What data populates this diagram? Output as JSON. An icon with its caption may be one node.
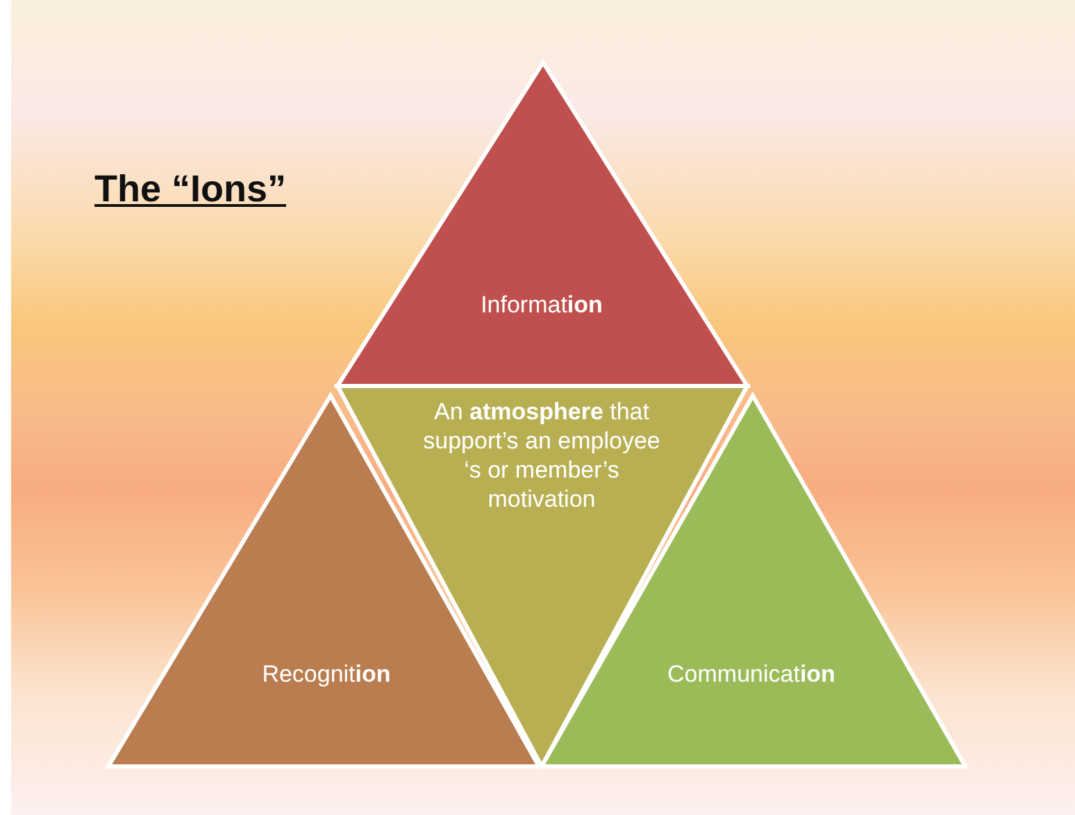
{
  "diagram": {
    "title": "The “Ions”",
    "nodes": [
      {
        "text": [
          "Informat**ion**"
        ]
      },
      {
        "text": [
          "An **atmosphere** that support’s an employee ‘s or member’s motivation"
        ]
      },
      {
        "text": [
          "Recognit**ion**"
        ]
      },
      {
        "text": [
          "Communicat**ion**"
        ]
      }
    ]
  }
}
